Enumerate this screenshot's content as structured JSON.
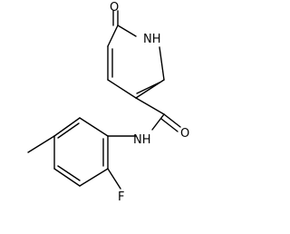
{
  "molecule": {
    "atoms": {
      "O1": "O",
      "NH1": "NH",
      "O2": "O",
      "NH2": "NH",
      "F": "F"
    },
    "colors": {
      "ink": "#000000",
      "background": "#ffffff"
    }
  }
}
